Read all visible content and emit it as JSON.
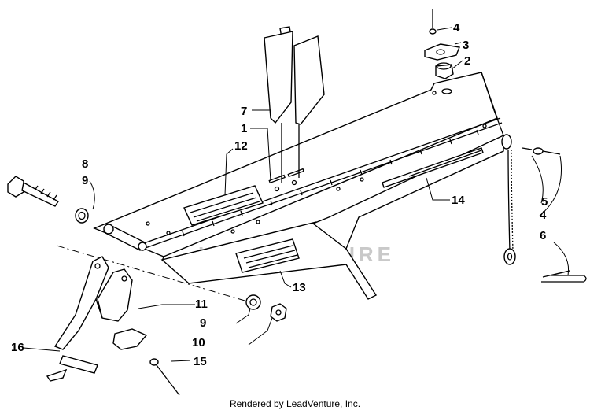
{
  "watermark": "LEADVENTURE",
  "footer": "Rendered by LeadVenture, Inc.",
  "callouts": [
    {
      "id": "c1",
      "label": "1"
    },
    {
      "id": "c2",
      "label": "2"
    },
    {
      "id": "c3",
      "label": "3"
    },
    {
      "id": "c4a",
      "label": "4"
    },
    {
      "id": "c4b",
      "label": "4"
    },
    {
      "id": "c5",
      "label": "5"
    },
    {
      "id": "c6",
      "label": "6"
    },
    {
      "id": "c7",
      "label": "7"
    },
    {
      "id": "c8",
      "label": "8"
    },
    {
      "id": "c9a",
      "label": "9"
    },
    {
      "id": "c9b",
      "label": "9"
    },
    {
      "id": "c10",
      "label": "10"
    },
    {
      "id": "c11",
      "label": "11"
    },
    {
      "id": "c12",
      "label": "12"
    },
    {
      "id": "c13",
      "label": "13"
    },
    {
      "id": "c14",
      "label": "14"
    },
    {
      "id": "c15",
      "label": "15"
    },
    {
      "id": "c16",
      "label": "16"
    }
  ],
  "colors": {
    "line": "#000000",
    "fill": "#ffffff",
    "watermark": "#c9c9c9",
    "texture": "#555555"
  }
}
